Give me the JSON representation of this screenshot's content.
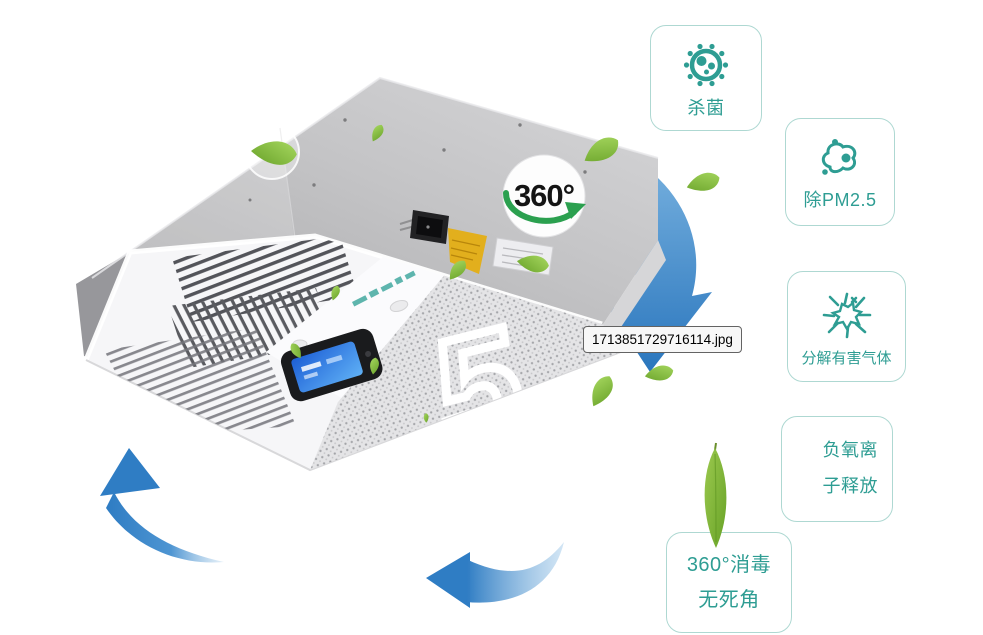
{
  "tooltip": {
    "text": "1713851729716114.jpg"
  },
  "device": {
    "rotation_badge": "360°",
    "mesh_glyph": "5"
  },
  "badges": [
    {
      "icon": "germ-icon",
      "label": "杀菌"
    },
    {
      "icon": "particles-icon",
      "label": "除PM2.5"
    },
    {
      "icon": "burst-icon",
      "label": "分解有害气体"
    },
    {
      "line1": "负氧离",
      "line2": "子释放"
    },
    {
      "line1": "360°消毒",
      "line2": "无死角"
    }
  ],
  "colors": {
    "badge_teal": "#2E9D93",
    "badge_border": "#AED8D2",
    "arrow_blue": "#2F7DC4",
    "leaf_green": "#7AB92F",
    "rotation_arrow_green": "#2BA04F",
    "device_metal": "#C6C6C8",
    "panel_white": "#F6F6F8"
  }
}
